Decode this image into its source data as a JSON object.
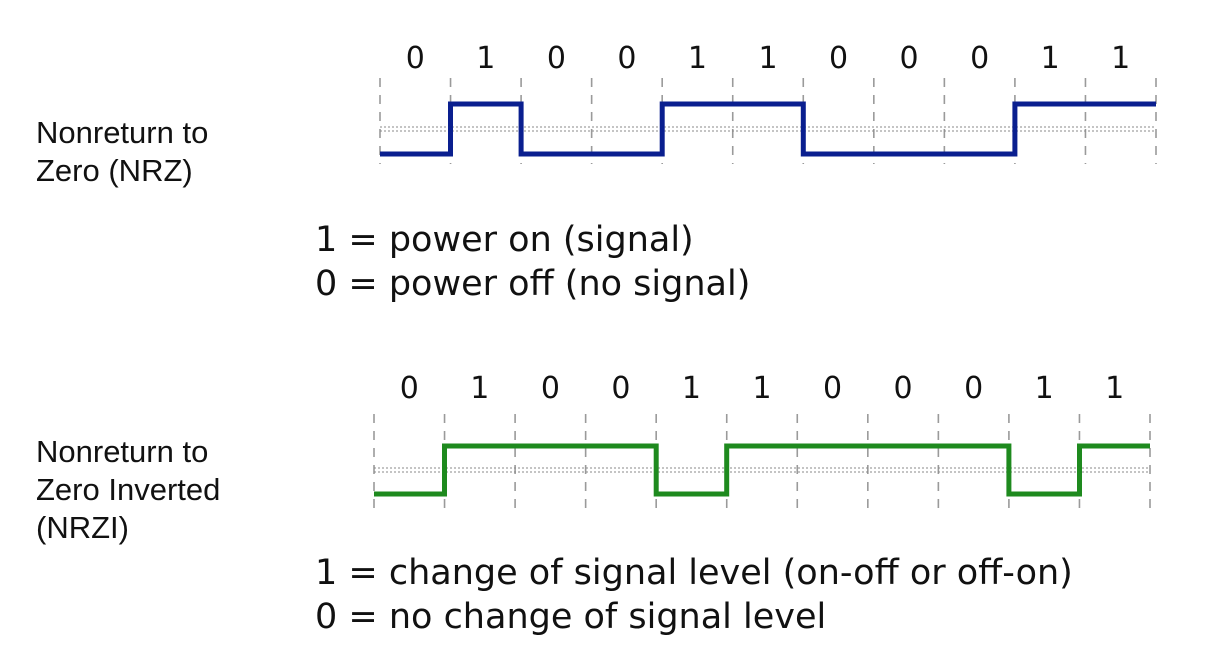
{
  "nrz": {
    "label_lines": [
      "Nonreturn to",
      "Zero (NRZ)"
    ],
    "bits": [
      "0",
      "1",
      "0",
      "0",
      "1",
      "1",
      "0",
      "0",
      "0",
      "1",
      "1"
    ],
    "levels": [
      0,
      1,
      0,
      0,
      1,
      1,
      0,
      0,
      0,
      1,
      1
    ],
    "color": "#0a1f8f",
    "rules": [
      "1 = power on (signal)",
      "0 = power off (no signal)"
    ]
  },
  "nrzi": {
    "label_lines": [
      "Nonreturn to",
      "Zero Inverted",
      "(NRZI)"
    ],
    "bits": [
      "0",
      "1",
      "0",
      "0",
      "1",
      "1",
      "0",
      "0",
      "0",
      "1",
      "1"
    ],
    "levels": [
      0,
      1,
      1,
      1,
      0,
      1,
      1,
      1,
      1,
      0,
      1
    ],
    "color": "#1e8a1e",
    "rules": [
      "1 = change of signal level (on-off or off-on)",
      "0 = no change of signal level"
    ]
  },
  "colors": {
    "grid_dash": "#9a9a9a",
    "midline": "#8a8a8a",
    "text": "#111111"
  }
}
